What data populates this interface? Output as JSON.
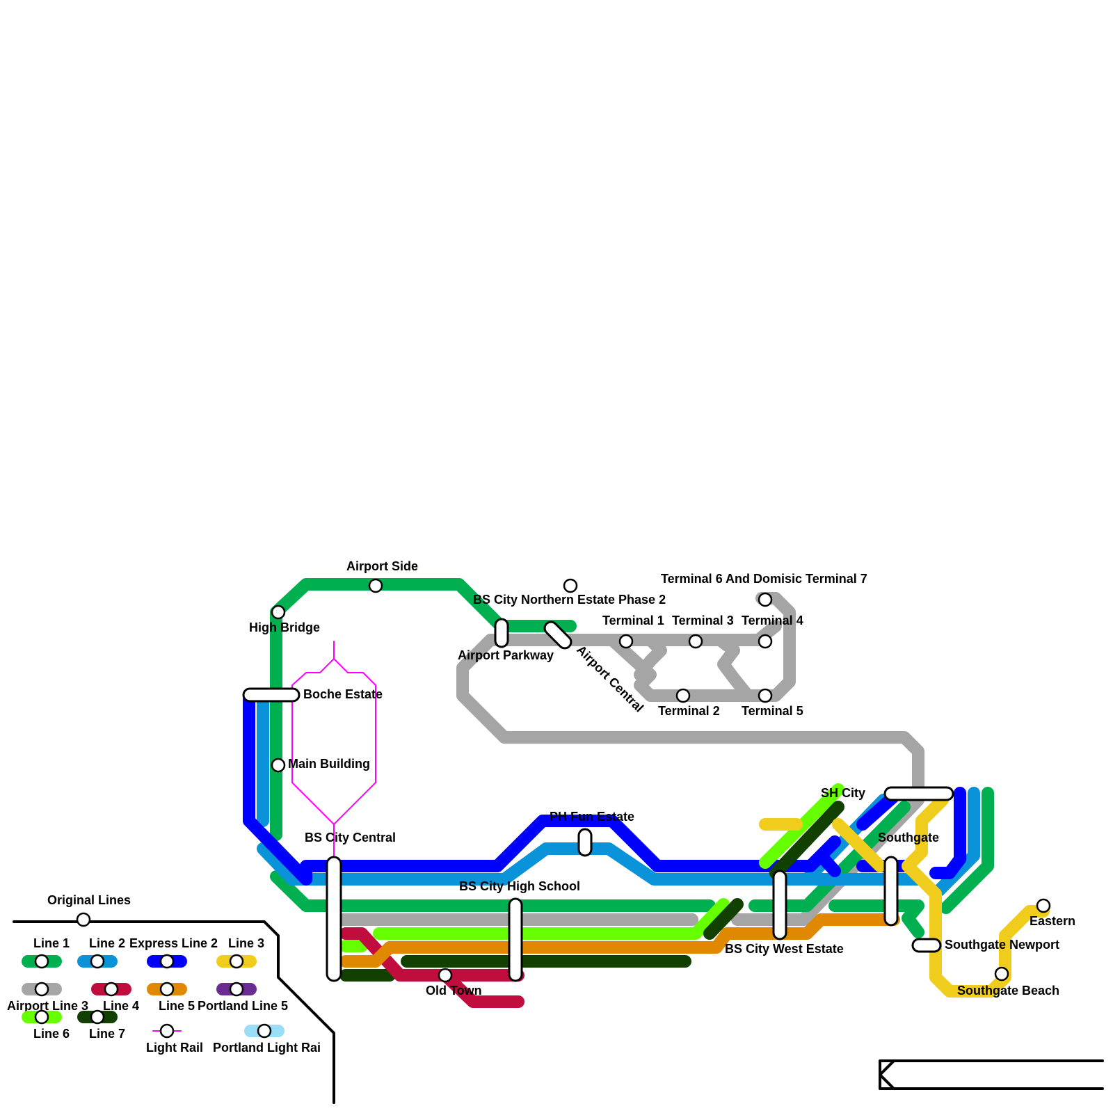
{
  "colors": {
    "line1": "#00b050",
    "line2": "#0a93d8",
    "express_line2": "#0000ff",
    "line3": "#f0cc1c",
    "airport_line": "#a5a5a5",
    "line4": "#c00d3d",
    "line5": "#e08800",
    "portland_line5": "#6b2c91",
    "line6": "#66ff00",
    "line7": "#114000",
    "light_rail": "#ff00ff",
    "portland_light_rail": "#99ddf7",
    "original": "#000000"
  },
  "stations": {
    "airport_side": "Airport Side",
    "high_bridge": "High Bridge",
    "bs_city_northern_estate": "BS City Northern Estate Phase 2",
    "airport_parkway": "Airport Parkway",
    "airport_central": "Airport Central",
    "terminal1": "Terminal 1",
    "terminal2": "Terminal 2",
    "terminal3": "Terminal 3",
    "terminal4": "Terminal 4",
    "terminal5": "Terminal 5",
    "terminal6_7": "Terminal 6 And Domisic Terminal 7",
    "boche_estate": "Boche Estate",
    "main_building": "Main Building",
    "bs_city_central": "BS City Central",
    "ph_fun_estate": "PH Fun Estate",
    "bs_city_high_school": "BS City High School",
    "old_town": "Old Town",
    "sh_city": "SH City",
    "southgate": "Southgate",
    "bs_city_west_estate": "BS City West Estate",
    "southgate_newport": "Southgate Newport",
    "southgate_beach": "Southgate Beach",
    "eastern": "Eastern",
    "original_lines": "Original Lines"
  },
  "legend": {
    "line1": "Line 1",
    "line2": "Line 2",
    "express_line2": "Express Line 2",
    "line3": "Line 3",
    "airport_line": "Airport Line 3",
    "line4": "Line 4",
    "line5": "Line 5",
    "portland_line5": "Portland Line 5",
    "line6": "Line 6",
    "line7": "Line 7",
    "light_rail": "Light Rail",
    "portland_light_rail": "Portland Light Rai"
  }
}
